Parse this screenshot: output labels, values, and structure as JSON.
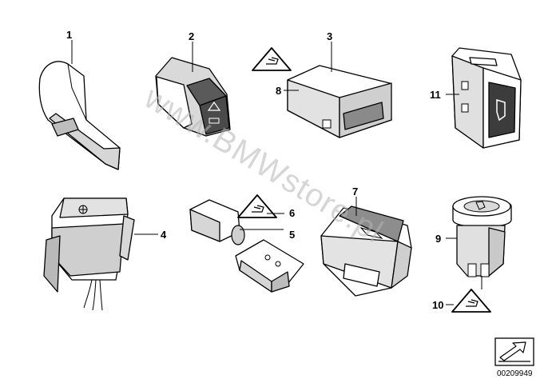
{
  "callouts": {
    "n1": "1",
    "n2": "2",
    "n3": "3",
    "n4": "4",
    "n5": "5",
    "n6": "6",
    "n7": "7",
    "n8": "8",
    "n9": "9",
    "n10": "10",
    "n11": "11"
  },
  "watermark": "www.BMWstore.pl",
  "reference_number": "00209949",
  "icons": [
    "warning-triangle-icon",
    "hazard-triangle-icon",
    "fan-icon",
    "car-trunk-icon",
    "seat-heating-icon",
    "navigation-arrow-icon"
  ],
  "colors": {
    "part_fill": "#ffffff",
    "part_shade": "#d0d0d0",
    "part_dark": "#8a8a8a",
    "line": "#000000",
    "watermark": "#b5b5b5"
  }
}
